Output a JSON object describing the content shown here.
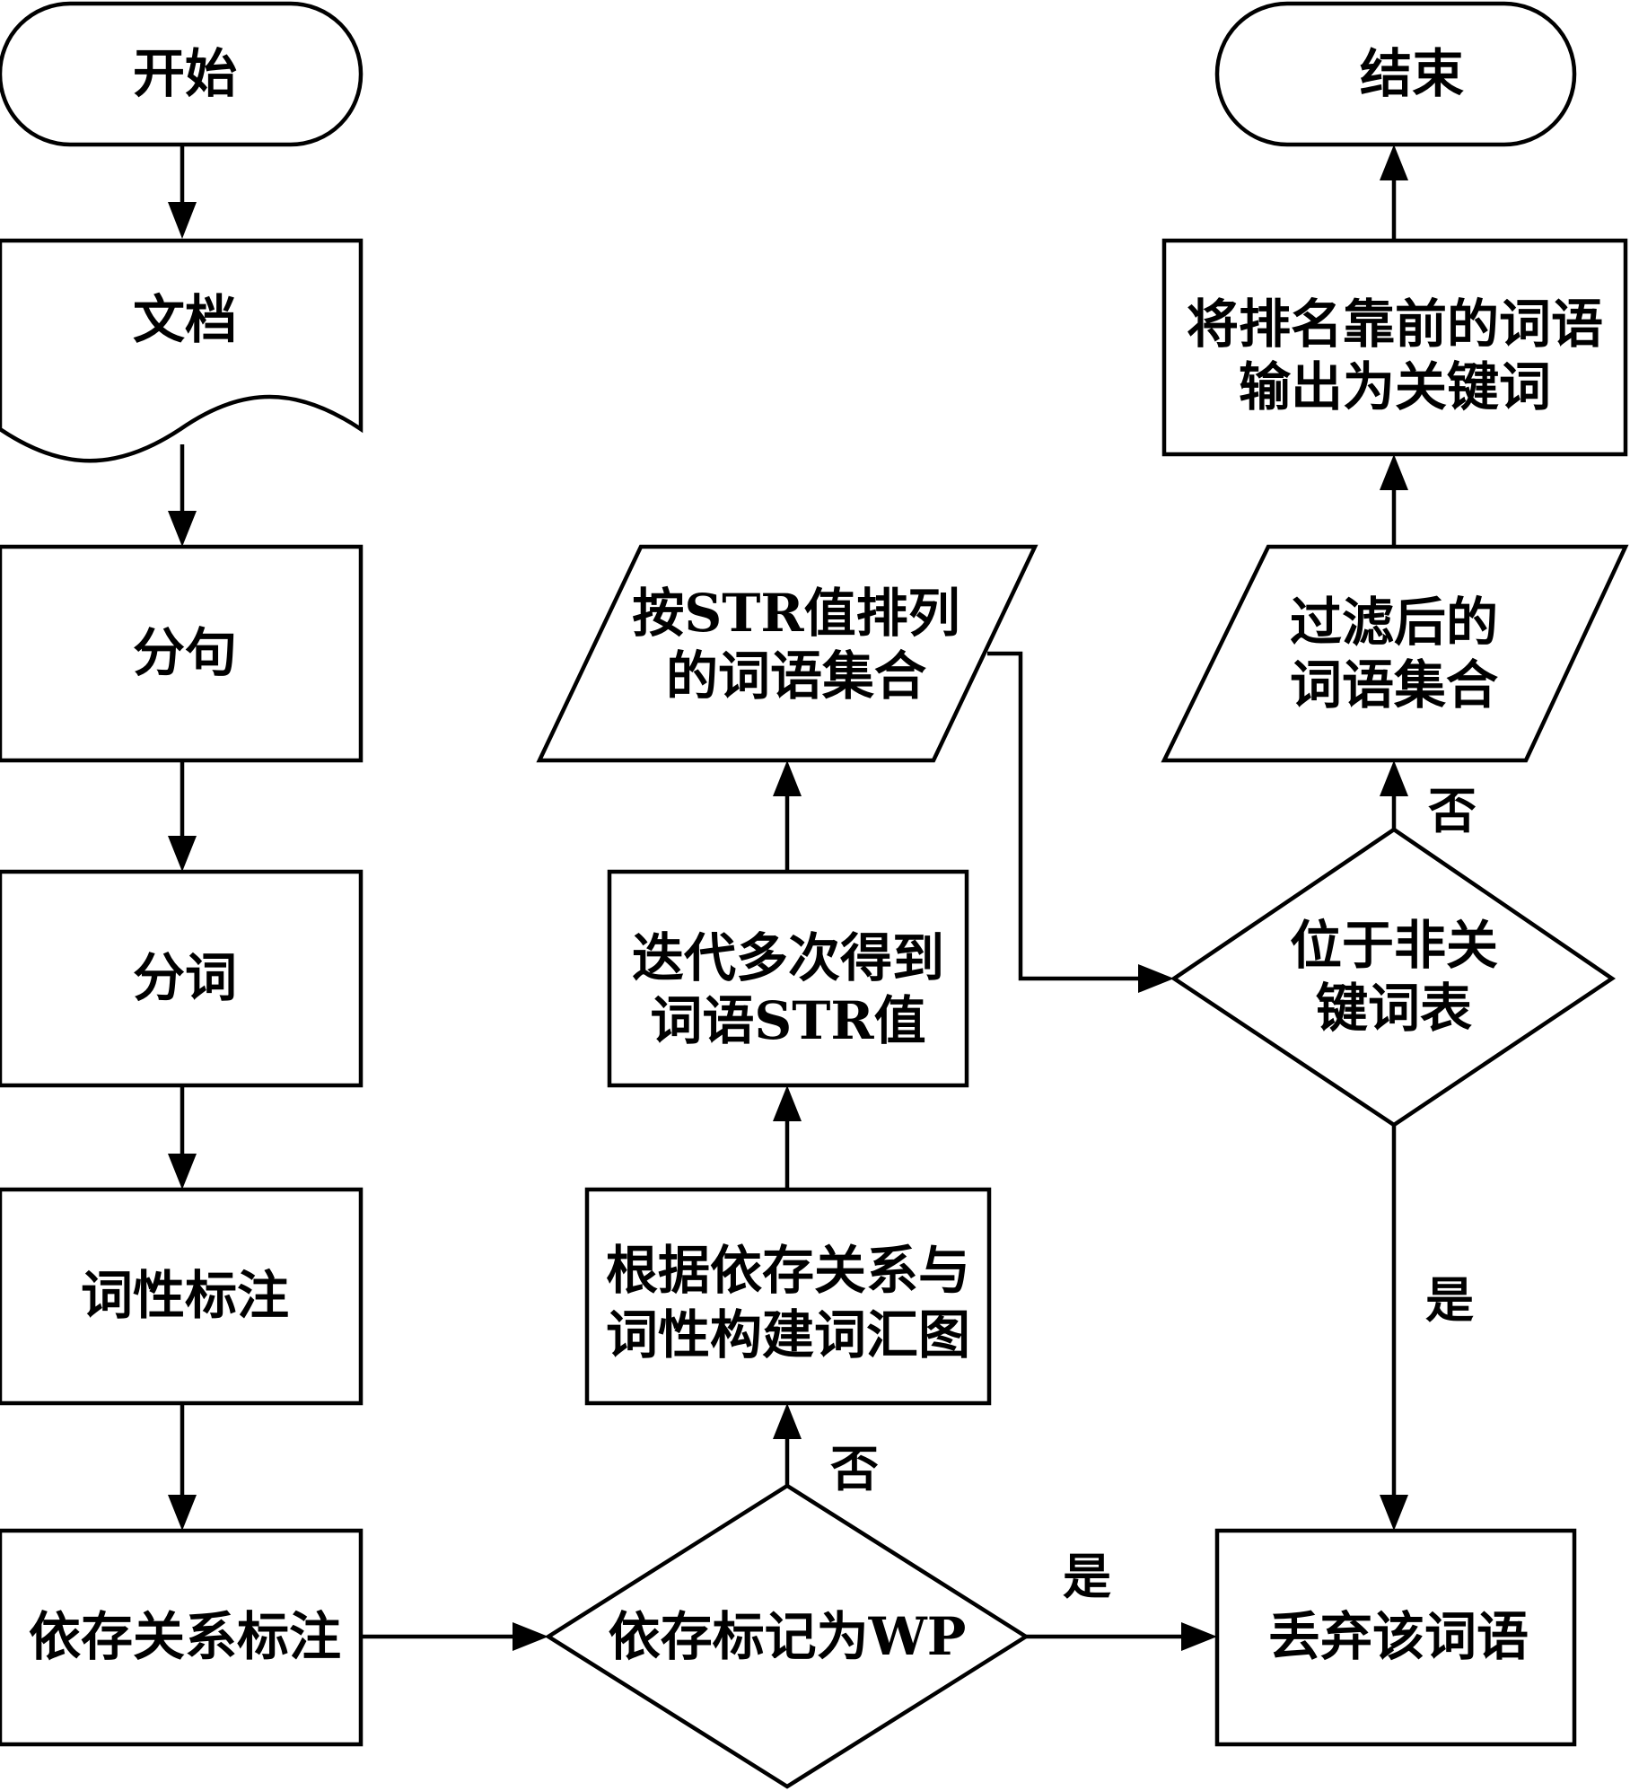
{
  "nodes": {
    "start": "开始",
    "document": "文档",
    "sentence_split": "分句",
    "word_seg": "分词",
    "pos_tag": "词性标注",
    "dep_tag": "依存关系标注",
    "dep_is_wp": "依存标记为WP",
    "build_graph": [
      "根据依存关系与",
      "词性构建词汇图"
    ],
    "iterate_str": [
      "迭代多次得到",
      "词语STR值"
    ],
    "sorted_set": [
      "按STR值排列",
      "的词语集合"
    ],
    "in_stoplist": [
      "位于非关",
      "键词表"
    ],
    "filtered_set": [
      "过滤后的",
      "词语集合"
    ],
    "output_keywords": [
      "将排名靠前的词语",
      "输出为关键词"
    ],
    "end": "结束",
    "discard": "丢弃该词语"
  },
  "edge_labels": {
    "wp_no": "否",
    "wp_yes": "是",
    "stop_no": "否",
    "stop_yes": "是"
  }
}
